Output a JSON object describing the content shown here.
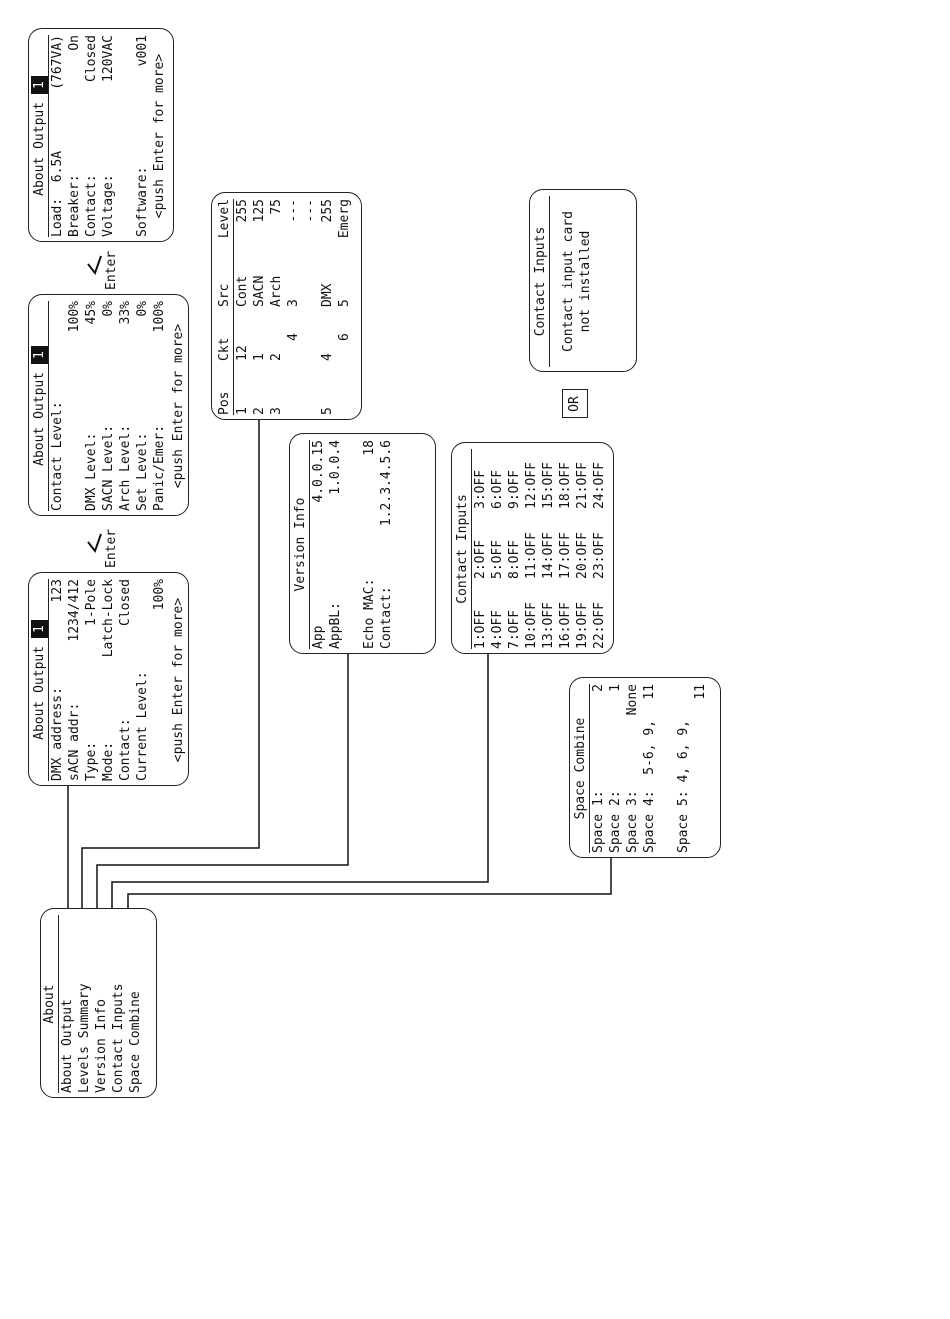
{
  "about_menu": {
    "title": "About",
    "items": [
      "About Output",
      "Levels Summary",
      "Version Info",
      "Contact Inputs",
      "Space Combine"
    ]
  },
  "about_output_1": {
    "title": "About Output",
    "badge": "1",
    "rows": [
      {
        "label": "DMX address:",
        "value": "123"
      },
      {
        "label": "sACN addr:",
        "value": "1234/412"
      },
      {
        "label": "Type:",
        "value": "1-Pole"
      },
      {
        "label": "Mode:",
        "value": "Latch-Lock"
      },
      {
        "label": "Contact:",
        "value": "Closed"
      },
      {
        "label": "Current Level:",
        "value": ""
      },
      {
        "label": "",
        "value": "100%"
      }
    ],
    "footer": "<push Enter for more>"
  },
  "about_output_2": {
    "title": "About Output",
    "badge": "1",
    "rows": [
      {
        "label": "Contact Level:",
        "value": ""
      },
      {
        "label": "",
        "value": "100%"
      },
      {
        "label": "DMX Level:",
        "value": "45%"
      },
      {
        "label": "SACN Level:",
        "value": "0%"
      },
      {
        "label": "Arch Level:",
        "value": "33%"
      },
      {
        "label": "Set Level:",
        "value": "0%"
      },
      {
        "label": "Panic/Emer:",
        "value": "100%"
      }
    ],
    "footer": "<push Enter for more>"
  },
  "about_output_3": {
    "title": "About Output",
    "badge": "1",
    "rows": [
      {
        "label": "Load:  6.5A",
        "value": "(767VA)"
      },
      {
        "label": "Breaker:",
        "value": "On"
      },
      {
        "label": "Contact:",
        "value": "Closed"
      },
      {
        "label": "Voltage:",
        "value": "120VAC"
      },
      {
        "label": "",
        "value": ""
      },
      {
        "label": "Software:",
        "value": "v001"
      }
    ],
    "footer": "<push Enter for more>"
  },
  "enter_label": "Enter",
  "levels_summary": {
    "headers": [
      "Pos",
      "Ckt",
      "Src",
      "Level"
    ],
    "rows": [
      [
        "1",
        "12",
        "Cont",
        "255"
      ],
      [
        "2",
        "1",
        "SACN",
        "125"
      ],
      [
        "3",
        "2",
        "Arch",
        "75"
      ],
      [
        "",
        "4",
        "3",
        "---"
      ],
      [
        "",
        "",
        "",
        "---"
      ],
      [
        "5",
        "4",
        "DMX",
        "255"
      ],
      [
        "",
        "6",
        "5",
        "Emerg"
      ]
    ]
  },
  "version_info": {
    "title": "Version Info",
    "rows": [
      {
        "label": "App",
        "value": "4.0.0.15"
      },
      {
        "label": "AppBL:",
        "value": "1.0.0.4"
      },
      {
        "label": "",
        "value": ""
      },
      {
        "label": "Echo MAC:",
        "value": "18"
      },
      {
        "label": "Contact:",
        "value": "1.2.3.4.5.6"
      }
    ]
  },
  "contact_inputs_list": {
    "title": "Contact Inputs",
    "cells": [
      "1:OFF",
      "2:OFF",
      "3:OFF",
      "4:OFF",
      "5:OFF",
      "6:OFF",
      "7:OFF",
      "8:OFF",
      "9:OFF",
      "10:OFF",
      "11:OFF",
      "12:OFF",
      "13:OFF",
      "14:OFF",
      "15:OFF",
      "16:OFF",
      "17:OFF",
      "18:OFF",
      "19:OFF",
      "20:OFF",
      "21:OFF",
      "22:OFF",
      "23:OFF",
      "24:OFF"
    ]
  },
  "contact_inputs_none": {
    "title": "Contact Inputs",
    "line1": "Contact input card",
    "line2": "not installed"
  },
  "or_label": "OR",
  "space_combine": {
    "title": "Space Combine",
    "rows": [
      {
        "label": "Space 1:",
        "value": "2"
      },
      {
        "label": "Space 2:",
        "value": "1"
      },
      {
        "label": "Space 3:",
        "value": "None"
      },
      {
        "label": "Space 4:  5-6, 9,",
        "value": "11"
      },
      {
        "label": "",
        "value": ""
      },
      {
        "label": "Space 5: 4, 6, 9,",
        "value": ""
      },
      {
        "label": "",
        "value": "11"
      }
    ]
  }
}
